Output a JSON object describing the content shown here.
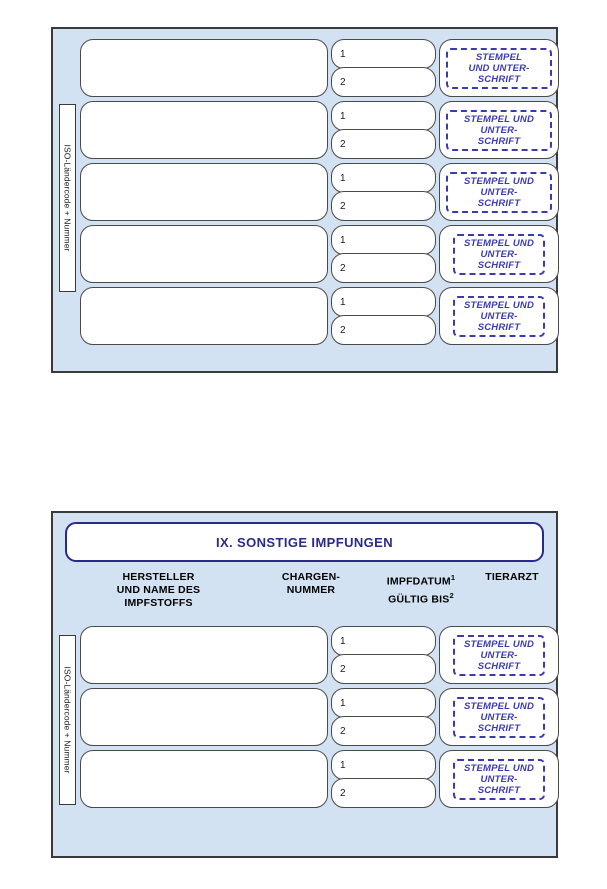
{
  "document": {
    "language": "de",
    "colors": {
      "panel_background": "#d3e2f2",
      "panel_border": "#3a3a3a",
      "title_accent": "#2a2a8c",
      "stamp_ink": "#3b3bb0",
      "cell_background": "#ffffff",
      "cell_border": "#4a4a4a"
    }
  },
  "top_panel": {
    "iso_tab_label": "ISO-Ländercode + Nummer",
    "rows": [
      {
        "vaccine": "",
        "batch": "",
        "date_1_label": "1",
        "date_1_value": "",
        "date_2_label": "2",
        "date_2_value": "",
        "stamp_text": "STEMPEL\nUND UNTER-\nSCHRIFT",
        "stamp_width": "wide"
      },
      {
        "vaccine": "",
        "batch": "",
        "date_1_label": "1",
        "date_1_value": "",
        "date_2_label": "2",
        "date_2_value": "",
        "stamp_text": "STEMPEL UND\nUNTER-\nSCHRIFT",
        "stamp_width": "wide"
      },
      {
        "vaccine": "",
        "batch": "",
        "date_1_label": "1",
        "date_1_value": "",
        "date_2_label": "2",
        "date_2_value": "",
        "stamp_text": "STEMPEL UND\nUNTER-\nSCHRIFT",
        "stamp_width": "wide"
      },
      {
        "vaccine": "",
        "batch": "",
        "date_1_label": "1",
        "date_1_value": "",
        "date_2_label": "2",
        "date_2_value": "",
        "stamp_text": "STEMPEL UND\nUNTER-\nSCHRIFT",
        "stamp_width": "narrow"
      },
      {
        "vaccine": "",
        "batch": "",
        "date_1_label": "1",
        "date_1_value": "",
        "date_2_label": "2",
        "date_2_value": "",
        "stamp_text": "STEMPEL UND\nUNTER-\nSCHRIFT",
        "stamp_width": "narrow"
      }
    ]
  },
  "bottom_panel": {
    "section_title": "IX. SONSTIGE IMPFUNGEN",
    "iso_tab_label": "ISO-Ländercode + Nummer",
    "column_headers": {
      "manufacturer": "HERSTELLER\nUND NAME DES\nIMPFSTOFFS",
      "batch": "CHARGEN-\nNUMMER",
      "date_line1": "IMPFDATUM",
      "date_line1_sup": "1",
      "date_line2": "GÜLTIG BIS",
      "date_line2_sup": "2",
      "vet": "TIERARZT"
    },
    "rows": [
      {
        "vaccine": "",
        "batch": "",
        "date_1_label": "1",
        "date_1_value": "",
        "date_2_label": "2",
        "date_2_value": "",
        "stamp_text": "STEMPEL UND\nUNTER-\nSCHRIFT",
        "stamp_width": "narrow"
      },
      {
        "vaccine": "",
        "batch": "",
        "date_1_label": "1",
        "date_1_value": "",
        "date_2_label": "2",
        "date_2_value": "",
        "stamp_text": "STEMPEL UND\nUNTER-\nSCHRIFT",
        "stamp_width": "narrow"
      },
      {
        "vaccine": "",
        "batch": "",
        "date_1_label": "1",
        "date_1_value": "",
        "date_2_label": "2",
        "date_2_value": "",
        "stamp_text": "STEMPEL UND\nUNTER-\nSCHRIFT",
        "stamp_width": "narrow"
      }
    ]
  }
}
